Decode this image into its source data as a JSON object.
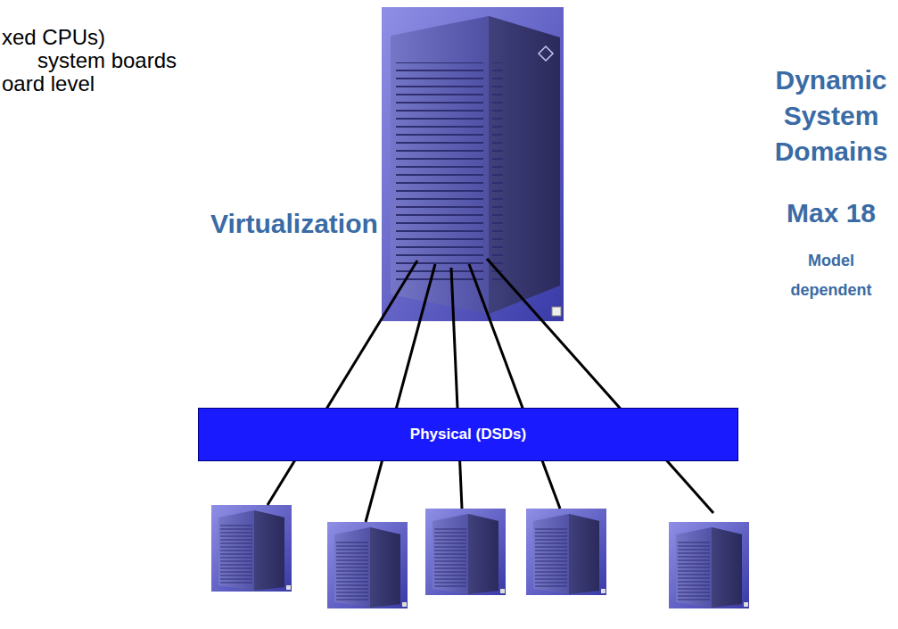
{
  "diagram": {
    "nodes": [
      {
        "text": [
          "Physical (DSDs)"
        ]
      }
    ],
    "labels": [
      "xed CPUs)",
      "system boards",
      "oard level",
      "Virtualization",
      "Dynamic System Domains",
      "Max 18",
      "Model dependent"
    ]
  }
}
